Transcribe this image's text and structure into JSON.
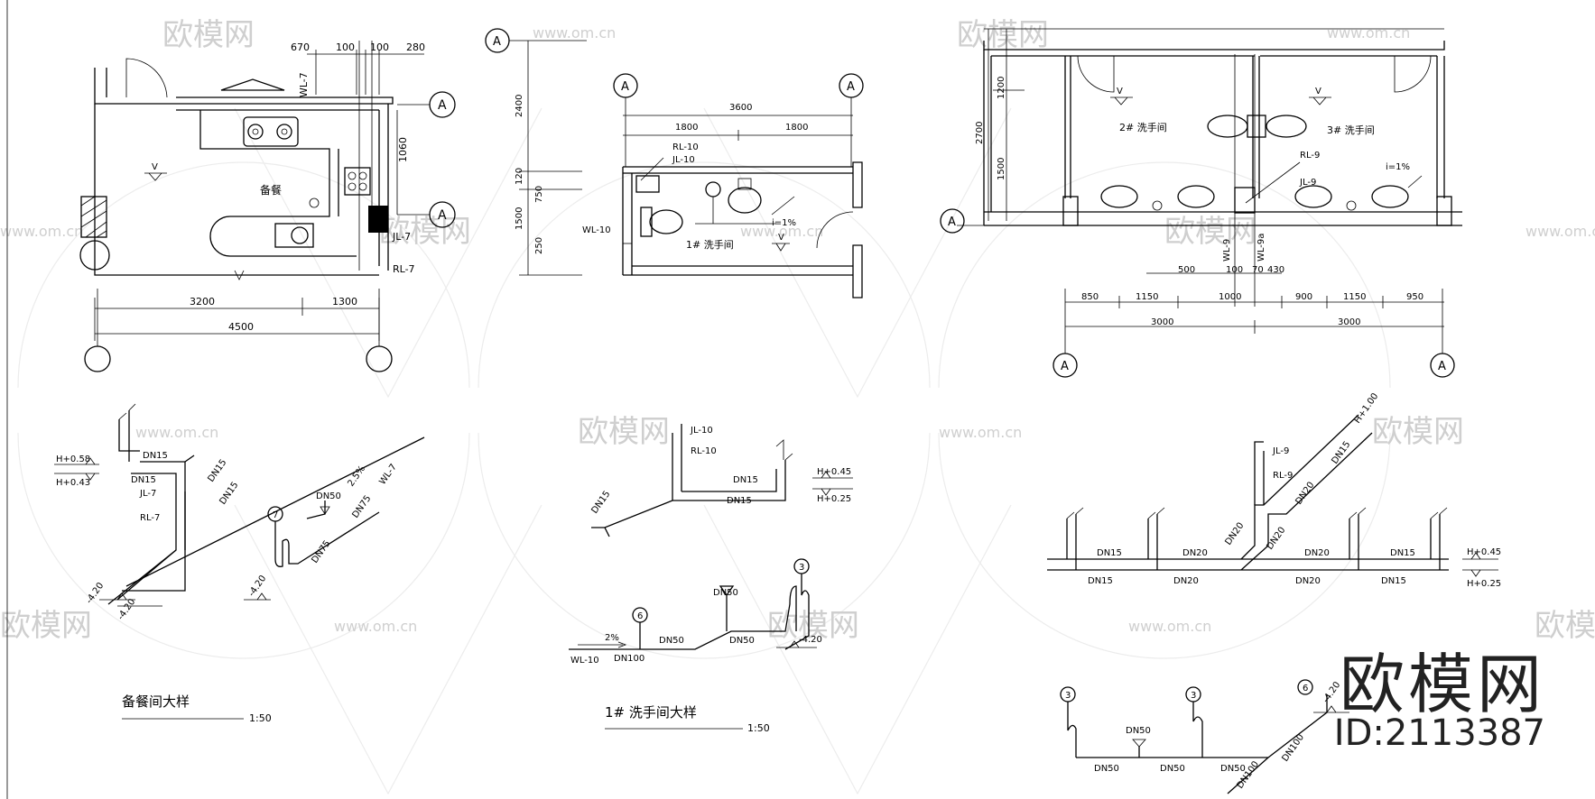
{
  "watermark": {
    "brand": "欧模网",
    "url": "www.om.cn",
    "id_label": "ID:2113387",
    "color": "#cfcfcf"
  },
  "axis_tag": "A",
  "room_labels": {
    "pantry": "备餐",
    "wash1": "1# 洗手间",
    "wash2": "2# 洗手间",
    "wash3": "3# 洗手间"
  },
  "level_mark": "V",
  "slope_i": "i=1%",
  "plan1_dims": {
    "top": [
      "670",
      "100",
      "100",
      "280"
    ],
    "right": "1060",
    "bottom_row1": [
      "3200",
      "1300"
    ],
    "bottom_total": "4500",
    "pipes": [
      "WL-7",
      "JL-7",
      "RL-7"
    ]
  },
  "plan2_dims": {
    "left": [
      "2400",
      "120",
      "750",
      "1500",
      "250"
    ],
    "top_total": "3600",
    "top_row": [
      "1800",
      "1800"
    ],
    "pipes": [
      "RL-10",
      "JL-10",
      "WL-10"
    ]
  },
  "plan3_dims": {
    "left": [
      "1200",
      "2700",
      "1500"
    ],
    "under": [
      "500",
      "100",
      "70",
      "430"
    ],
    "row1": [
      "850",
      "1150",
      "1000",
      "900",
      "1150",
      "950"
    ],
    "row2": [
      "3000",
      "3000"
    ],
    "pipes": [
      "RL-9",
      "JL-9",
      "WL-9",
      "WL-9a"
    ]
  },
  "iso1": {
    "h1": "H+0.58",
    "h2": "H+0.43",
    "pipes": [
      "JL-7",
      "RL-7",
      "WL-7"
    ],
    "sizes": [
      "DN15",
      "DN15",
      "DN15",
      "DN15",
      "DN50",
      "DN75",
      "DN75"
    ],
    "slope": "2.5%",
    "levels": [
      "-4.20",
      "-4.20",
      "-4.20"
    ],
    "node": "7"
  },
  "iso2": {
    "pipes": [
      "JL-10",
      "RL-10"
    ],
    "sizes": [
      "DN15",
      "DN15",
      "DN15"
    ],
    "h1": "H+0.45",
    "h2": "H+0.25",
    "node6": "6",
    "node3": "3",
    "slope": "2%",
    "drain": [
      "DN50",
      "DN50",
      "DN50",
      "DN100"
    ],
    "wl": "WL-10",
    "level": "-4.20"
  },
  "iso3": {
    "pipes": [
      "JL-9",
      "RL-9"
    ],
    "h_top": "H+1.00",
    "sizes_top": [
      "DN15",
      "DN20",
      "DN20",
      "DN20"
    ],
    "row_a": [
      "DN15",
      "DN20",
      "DN20",
      "DN15"
    ],
    "row_b": [
      "DN15",
      "DN20",
      "DN20",
      "DN15"
    ],
    "h1": "H+0.45",
    "h2": "H+0.25"
  },
  "iso4": {
    "nodes": [
      "3",
      "3",
      "6"
    ],
    "sizes": [
      "DN50",
      "DN50",
      "DN50",
      "DN50"
    ],
    "main": [
      "DN100",
      "DN100"
    ],
    "level": "-4.20"
  },
  "titles": {
    "pantry": "备餐间大样",
    "pantry_scale": "1:50",
    "wash1": "1# 洗手间大样",
    "wash1_scale": "1:50"
  }
}
